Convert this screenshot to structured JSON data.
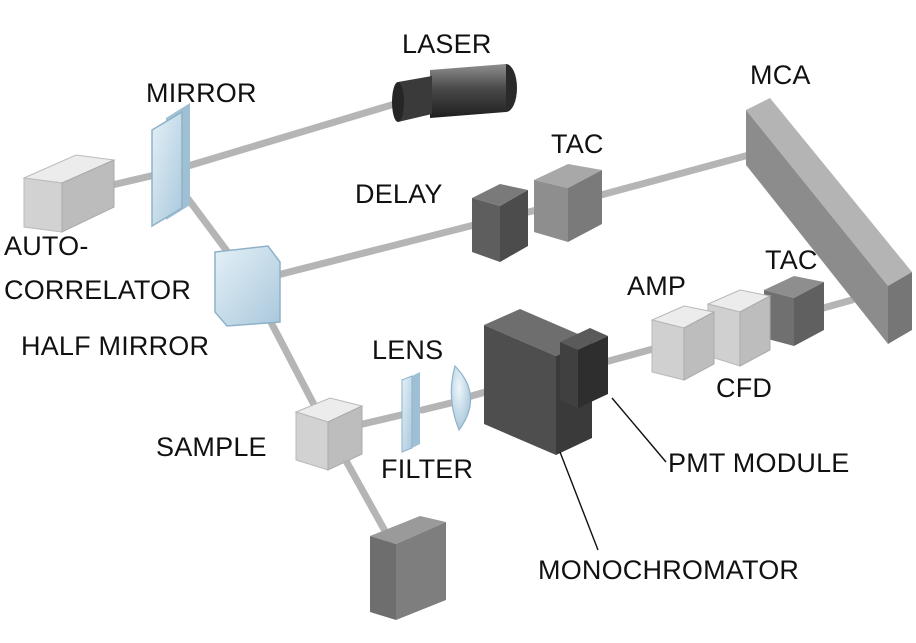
{
  "labels": {
    "laser": "LASER",
    "mirror": "MIRROR",
    "mca": "MCA",
    "tac_upper": "TAC",
    "delay": "DELAY",
    "auto_1": "AUTO-",
    "auto_2": "CORRELATOR",
    "tac_lower": "TAC",
    "amp": "AMP",
    "half_mirror": "HALF MIRROR",
    "lens": "LENS",
    "cfd": "CFD",
    "sample": "SAMPLE",
    "filter": "FILTER",
    "pmt_module": "PMT MODULE",
    "monochromator": "MONOCHROMATOR"
  },
  "colors": {
    "beam": "#b5b5b5",
    "light_box": "#d6d6d6",
    "mid_box": "#8a8a8a",
    "dark_box": "#5c5c5c",
    "optic": "#bcd6e6",
    "leader": "#111111"
  }
}
